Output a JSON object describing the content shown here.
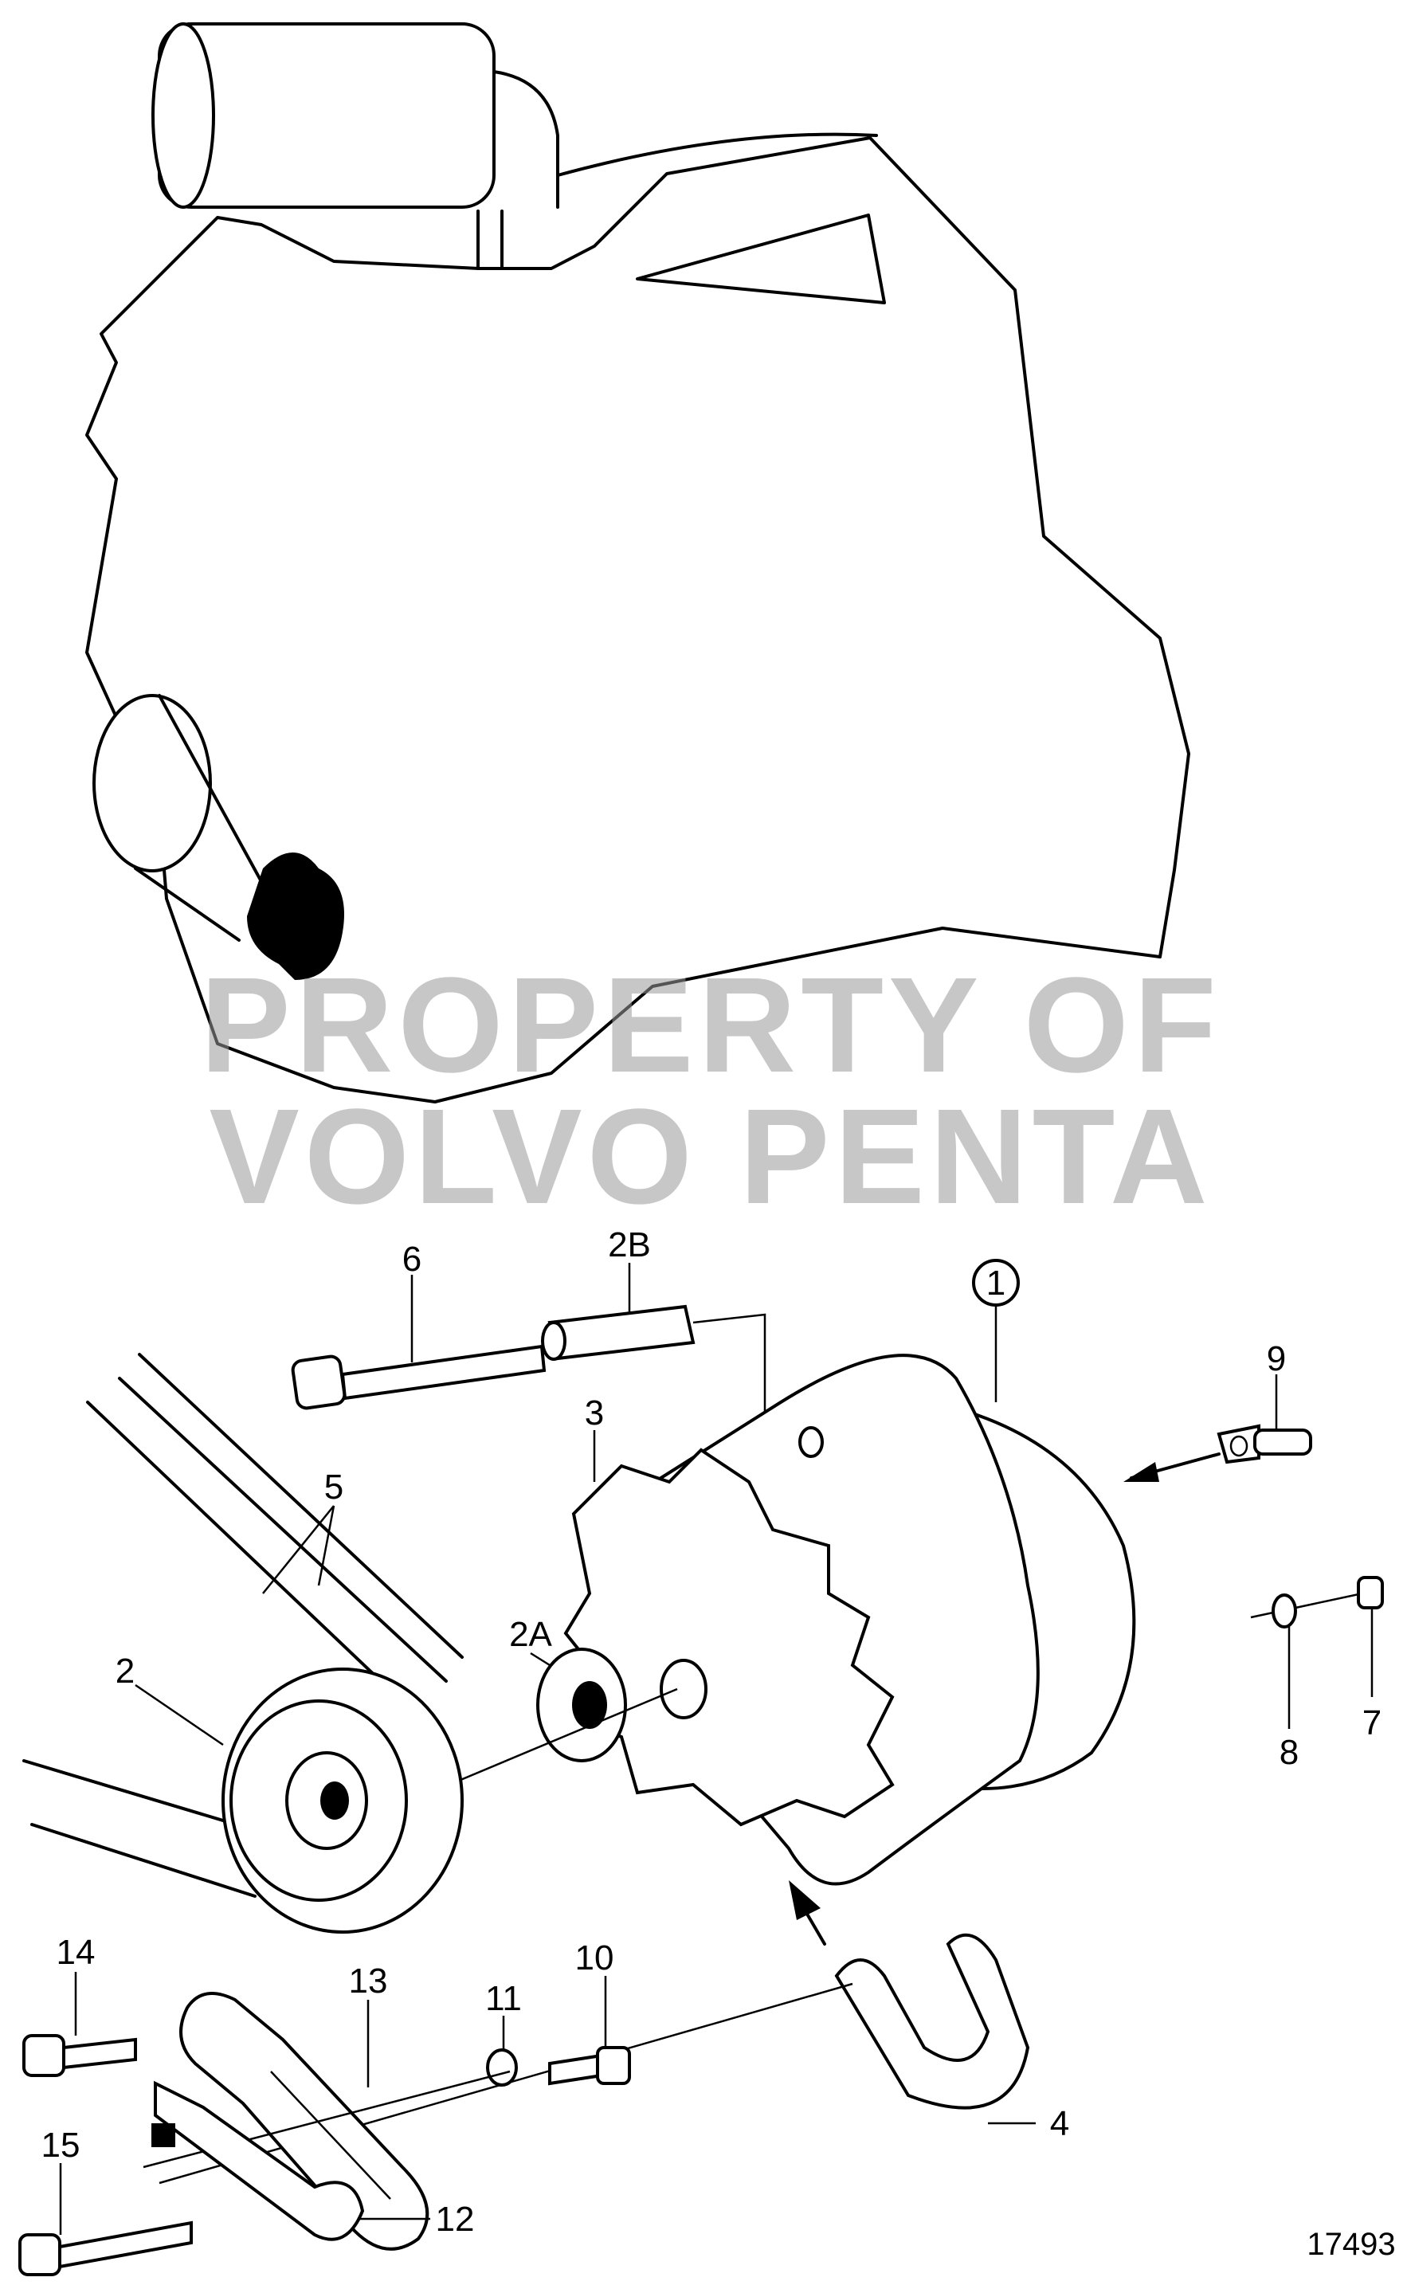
{
  "watermark": {
    "line1": "PROPERTY OF",
    "line2": "VOLVO PENTA"
  },
  "callouts": {
    "c1": "1",
    "c2": "2",
    "c2A": "2A",
    "c2B": "2B",
    "c3": "3",
    "c4": "4",
    "c5": "5",
    "c6": "6",
    "c7": "7",
    "c8": "8",
    "c9": "9",
    "c10": "10",
    "c11": "11",
    "c12": "12",
    "c13": "13",
    "c14": "14",
    "c15": "15"
  },
  "figure_number": "17493"
}
